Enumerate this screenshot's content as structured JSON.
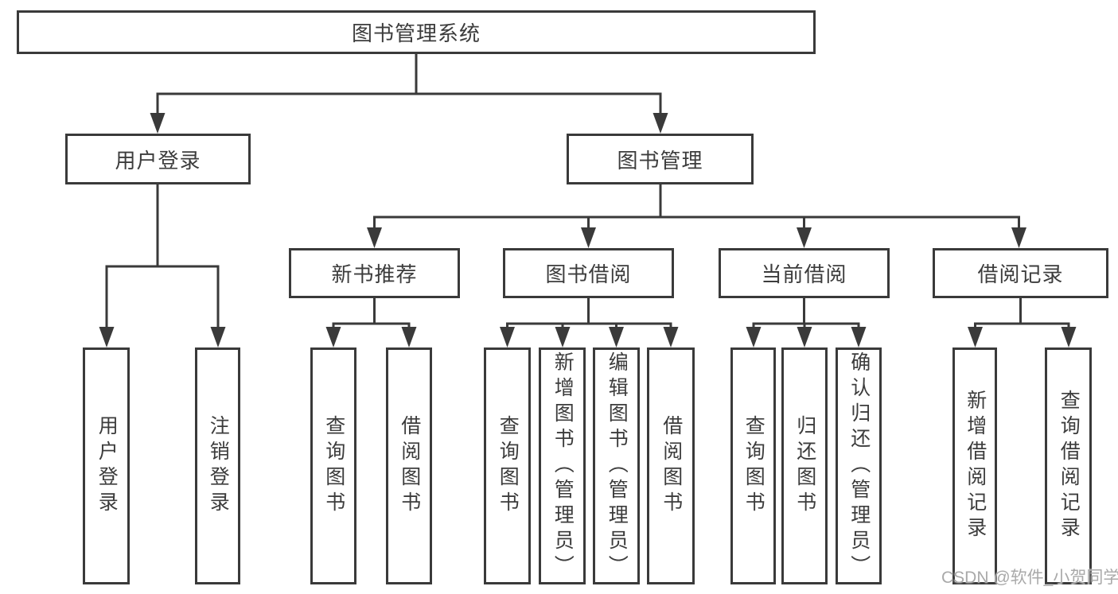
{
  "diagram": {
    "type": "hierarchy-diagram",
    "colors": {
      "background": "#ffffff",
      "line": "#3a3a3a",
      "box_border": "#3a3a3a",
      "text": "#3c3c3c",
      "watermark": "#a9a9a9"
    },
    "watermark": "CSDN @软件_小贺同学",
    "nodes": {
      "root": "图书管理系统",
      "login": "用户登录",
      "manage": "图书管理",
      "login_children": [
        "用户登录",
        "注销登录"
      ],
      "manage_children": [
        "新书推荐",
        "图书借阅",
        "当前借阅",
        "借阅记录"
      ],
      "recommend_children": [
        "查询图书",
        "借阅图书"
      ],
      "borrow_children": [
        "查询图书",
        "新增图书（管理员）",
        "编辑图书（管理员）",
        "借阅图书"
      ],
      "current_children": [
        "查询图书",
        "归还图书",
        "确认归还（管理员）"
      ],
      "records_children": [
        "新增借阅记录",
        "查询借阅记录"
      ]
    }
  }
}
